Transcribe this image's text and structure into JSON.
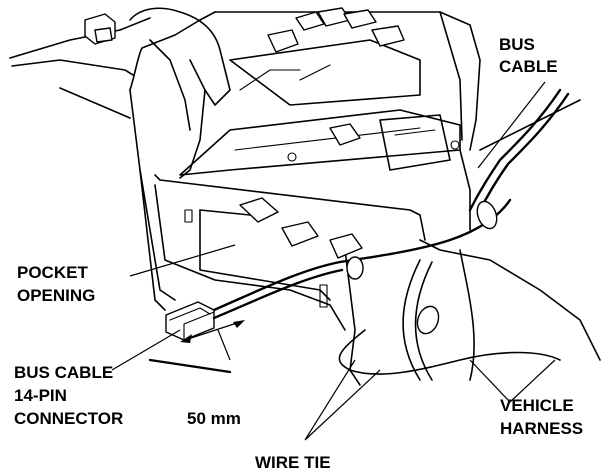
{
  "labels": {
    "bus_cable_top_line1": "BUS",
    "bus_cable_top_line2": "CABLE",
    "pocket_opening_line1": "POCKET",
    "pocket_opening_line2": "OPENING",
    "bus_cable_connector_line1": "BUS CABLE",
    "bus_cable_connector_line2": "14-PIN",
    "bus_cable_connector_line3": "CONNECTOR",
    "dimension": "50 mm",
    "vehicle_harness_line1": "VEHICLE",
    "vehicle_harness_line2": "HARNESS",
    "wire_tie": "WIRE TIE"
  }
}
